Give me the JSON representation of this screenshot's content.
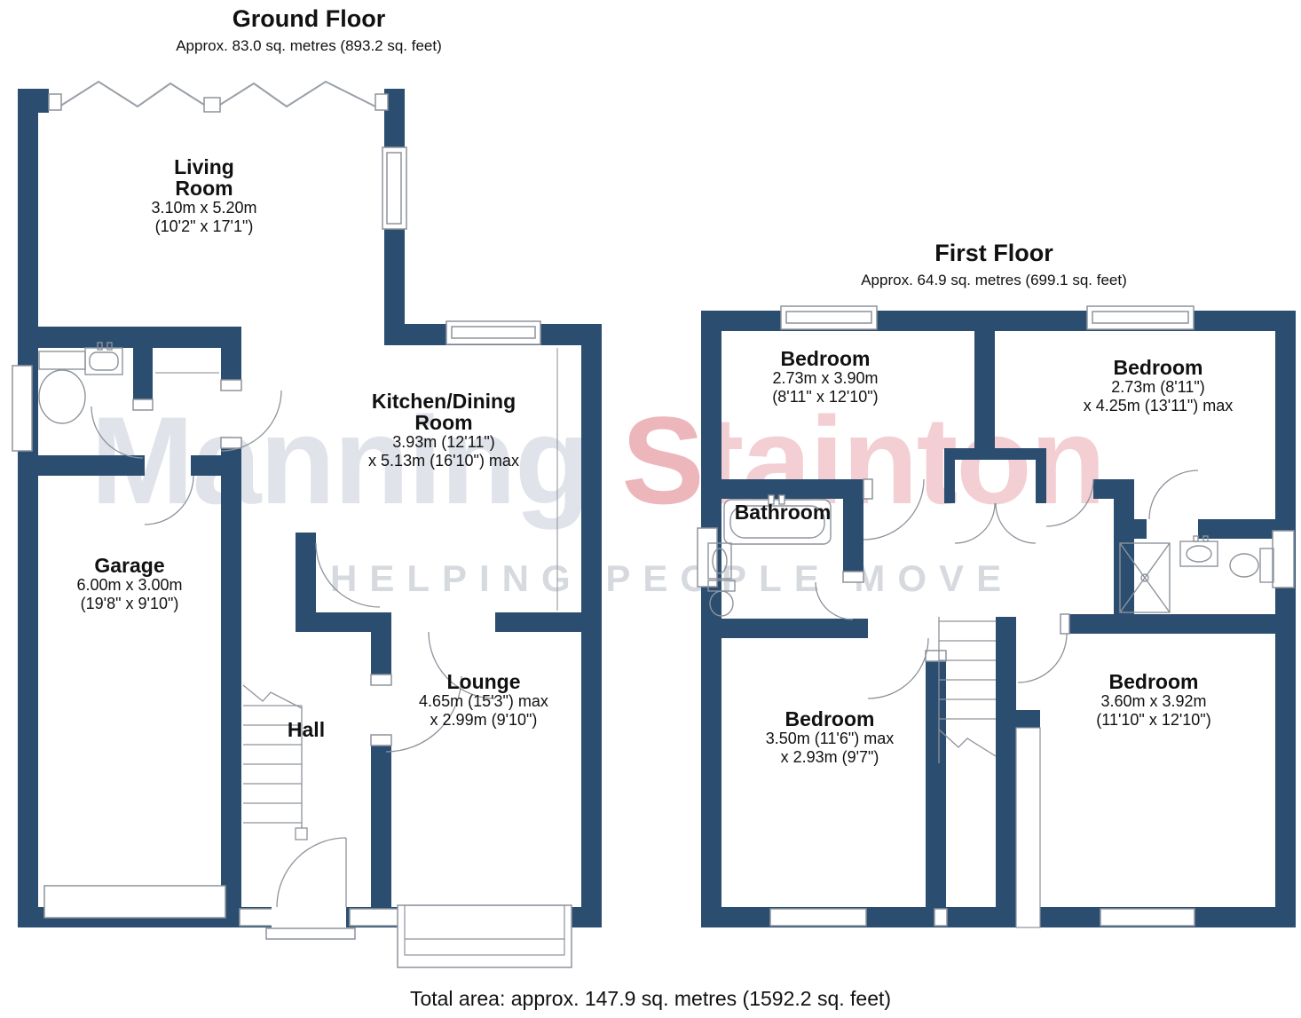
{
  "watermark": {
    "word1": "Manning",
    "word2": "Stainton",
    "tagline": "HELPING PEOPLE MOVE",
    "word1_color": "#e0e3ea",
    "word2_color": "#f3ced2",
    "tagline_color": "#d6d9de"
  },
  "colors": {
    "wall": "#2b4d70",
    "thin_line": "#8d939c",
    "text": "#111111"
  },
  "ground_floor": {
    "title": "Ground Floor",
    "subtitle": "Approx. 83.0 sq. metres (893.2 sq. feet)",
    "rooms": {
      "living_room": {
        "name": "Living Room",
        "d1": "3.10m x 5.20m",
        "d2": "(10'2\" x 17'1\")"
      },
      "kitchen_dining": {
        "name": "Kitchen/Dining Room",
        "d1": "3.93m (12'11\")",
        "d2": "x 5.13m (16'10\") max"
      },
      "garage": {
        "name": "Garage",
        "d1": "6.00m x 3.00m",
        "d2": "(19'8\" x 9'10\")"
      },
      "lounge": {
        "name": "Lounge",
        "d1": "4.65m (15'3\") max",
        "d2": "x 2.99m (9'10\")"
      },
      "hall": {
        "name": "Hall"
      }
    }
  },
  "first_floor": {
    "title": "First Floor",
    "subtitle": "Approx. 64.9 sq. metres (699.1 sq. feet)",
    "rooms": {
      "bedroom_top_left": {
        "name": "Bedroom",
        "d1": "2.73m x 3.90m",
        "d2": "(8'11\" x 12'10\")"
      },
      "bedroom_top_right": {
        "name": "Bedroom",
        "d1": "2.73m (8'11\")",
        "d2": "x 4.25m (13'11\") max"
      },
      "bathroom": {
        "name": "Bathroom"
      },
      "bedroom_bottom_left": {
        "name": "Bedroom",
        "d1": "3.50m (11'6\") max",
        "d2": "x 2.93m (9'7\")"
      },
      "bedroom_bottom_right": {
        "name": "Bedroom",
        "d1": "3.60m x 3.92m",
        "d2": "(11'10\" x 12'10\")"
      }
    }
  },
  "footer": {
    "total_area": "Total area: approx. 147.9 sq. metres (1592.2 sq. feet)"
  }
}
